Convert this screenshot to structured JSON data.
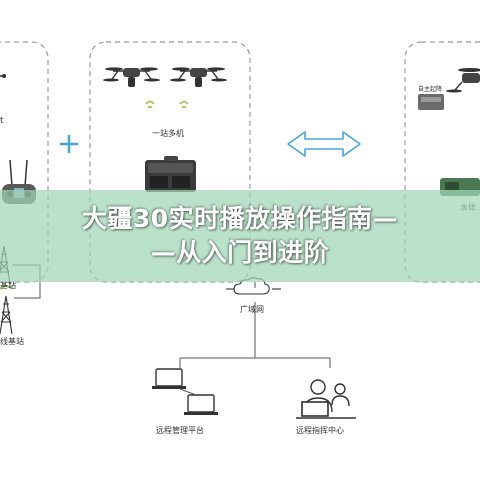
{
  "labels": {
    "multi_station": "一站多机",
    "autonomous_airport": "自主起降",
    "water_body": "水体",
    "base_station_1": "基站",
    "base_station_2": "线基站",
    "wan": "广域网",
    "remote_platform": "远程管理平台",
    "remote_command": "远程指挥中心",
    "partial_t": "t"
  },
  "banner": {
    "line1": "大疆30实时播放操作指南—",
    "line2": "—从入门到进阶"
  },
  "icons": [
    "drone-icon",
    "remote-controller-icon",
    "dock-case-icon",
    "signal-tower-icon",
    "laptop-icon",
    "operator-icon",
    "plus-icon",
    "double-arrow-icon",
    "cloud-icon",
    "wifi-icon"
  ],
  "colors": {
    "accent_blue": "#4aa3d8",
    "signal_green": "#8cc63f",
    "banner_bg": "#a0d6b4",
    "line_gray": "#555555",
    "dash_gray": "#999999"
  }
}
